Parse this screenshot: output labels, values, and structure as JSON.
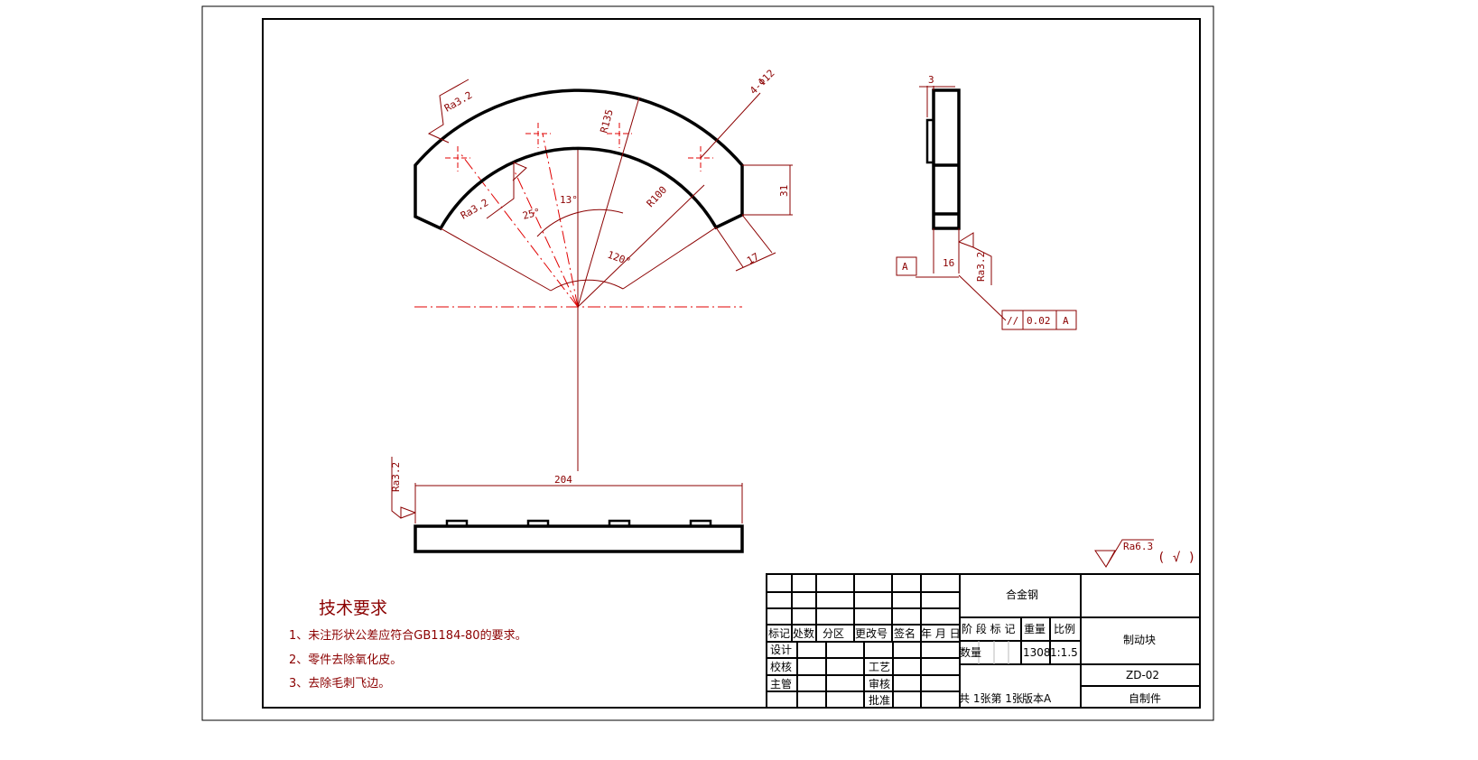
{
  "drawing": {
    "dimensions": {
      "outer_radius": "R135",
      "inner_radius": "R100",
      "angle_25": "25°",
      "angle_13": "13°",
      "angle_120": "120°",
      "holes": "4-Φ12",
      "end_height": "31",
      "chamfer": "17",
      "length": "204",
      "thickness": "16",
      "boss": "3"
    },
    "roughness": {
      "outer_arc": "Ra3.2",
      "inner_arc": "Ra3.2",
      "bottom_view": "Ra3.2",
      "side_view": "Ra3.2",
      "general": "Ra6.3",
      "general_suffix": "( √ )"
    },
    "datum": "A",
    "tolerance": {
      "symbol": "//",
      "value": "0.02",
      "datum": "A"
    }
  },
  "tech_requirements": {
    "title": "技术要求",
    "items": [
      "1、未注形状公差应符合GB1184-80的要求。",
      "2、零件去除氧化皮。",
      "3、去除毛刺飞边。"
    ]
  },
  "title_block": {
    "headers": [
      "标记",
      "处数",
      "分区",
      "更改号",
      "签名",
      "年 月 日"
    ],
    "roles": {
      "design": "设计",
      "check": "校核",
      "supervisor": "主管",
      "process": "工艺",
      "review": "审核",
      "approve": "批准"
    },
    "material": "合金钢",
    "stage_label": "阶 段 标 记",
    "weight_label": "重量",
    "scale_label": "比例",
    "quantity_label": "数量",
    "weight": "1308",
    "scale": "1:1.5",
    "part_name": "制动块",
    "part_number": "ZD-02",
    "sheets": "共 1张第 1张",
    "version": "版本A",
    "origin": "自制件"
  }
}
